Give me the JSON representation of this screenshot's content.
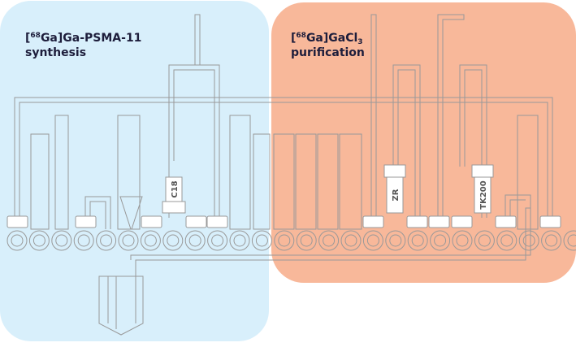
{
  "panels": {
    "left": {
      "label_prefix": "[",
      "label_isotope_mass": "68",
      "label_mid": "Ga]Ga-PSMA-11",
      "label_line2": "synthesis",
      "color": "#d8effb"
    },
    "right": {
      "label_prefix": "[",
      "label_isotope_mass": "68",
      "label_mid": "Ga]GaCl",
      "label_subscript": "3",
      "label_line2": "purification",
      "color": "#f8b89a"
    }
  },
  "cartridges": {
    "c18": "C18",
    "zr": "ZR",
    "tk200": "TK200"
  },
  "manifold": {
    "valve_count": 26
  },
  "line_color": "#999999"
}
